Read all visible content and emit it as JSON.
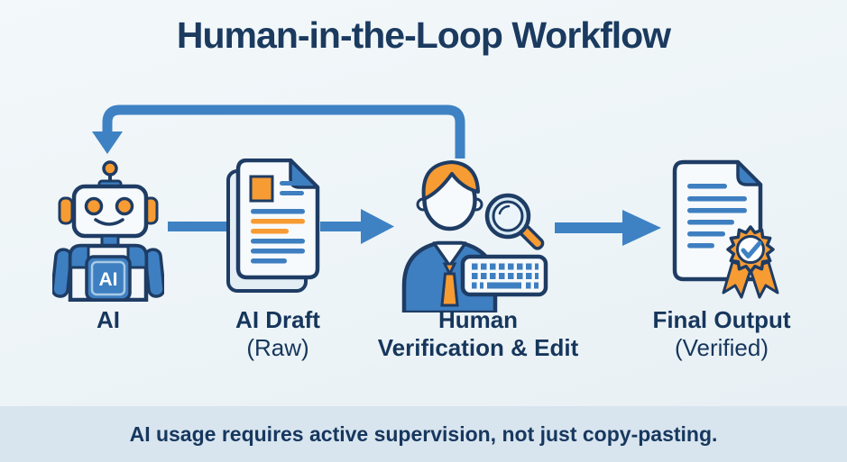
{
  "title": "Human-in-the-Loop Workflow",
  "steps": [
    {
      "name": "ai",
      "label_line1": "AI",
      "chest_text": "AI",
      "icon": "robot-icon"
    },
    {
      "name": "ai-draft",
      "label_line1": "AI Draft",
      "sublabel": "(Raw)",
      "icon": "draft-document-icon"
    },
    {
      "name": "human-verification",
      "label_line1": "Human",
      "label_line2": "Verification & Edit",
      "icon": "human-reviewer-icon"
    },
    {
      "name": "final-output",
      "label_line1": "Final Output",
      "sublabel": "(Verified)",
      "icon": "verified-document-icon"
    }
  ],
  "footer": {
    "text": "AI usage requires active supervision, not just copy-pasting."
  },
  "colors": {
    "accent_blue": "#3e82c4",
    "fill_blue": "#3e7fc1",
    "outline_navy": "#1e3c64",
    "orange": "#f79b33",
    "text_navy": "#16365c",
    "background": "#edf4f7",
    "footer_bg": "#d8e5ef",
    "lens_blue": "#d9ebf5"
  }
}
